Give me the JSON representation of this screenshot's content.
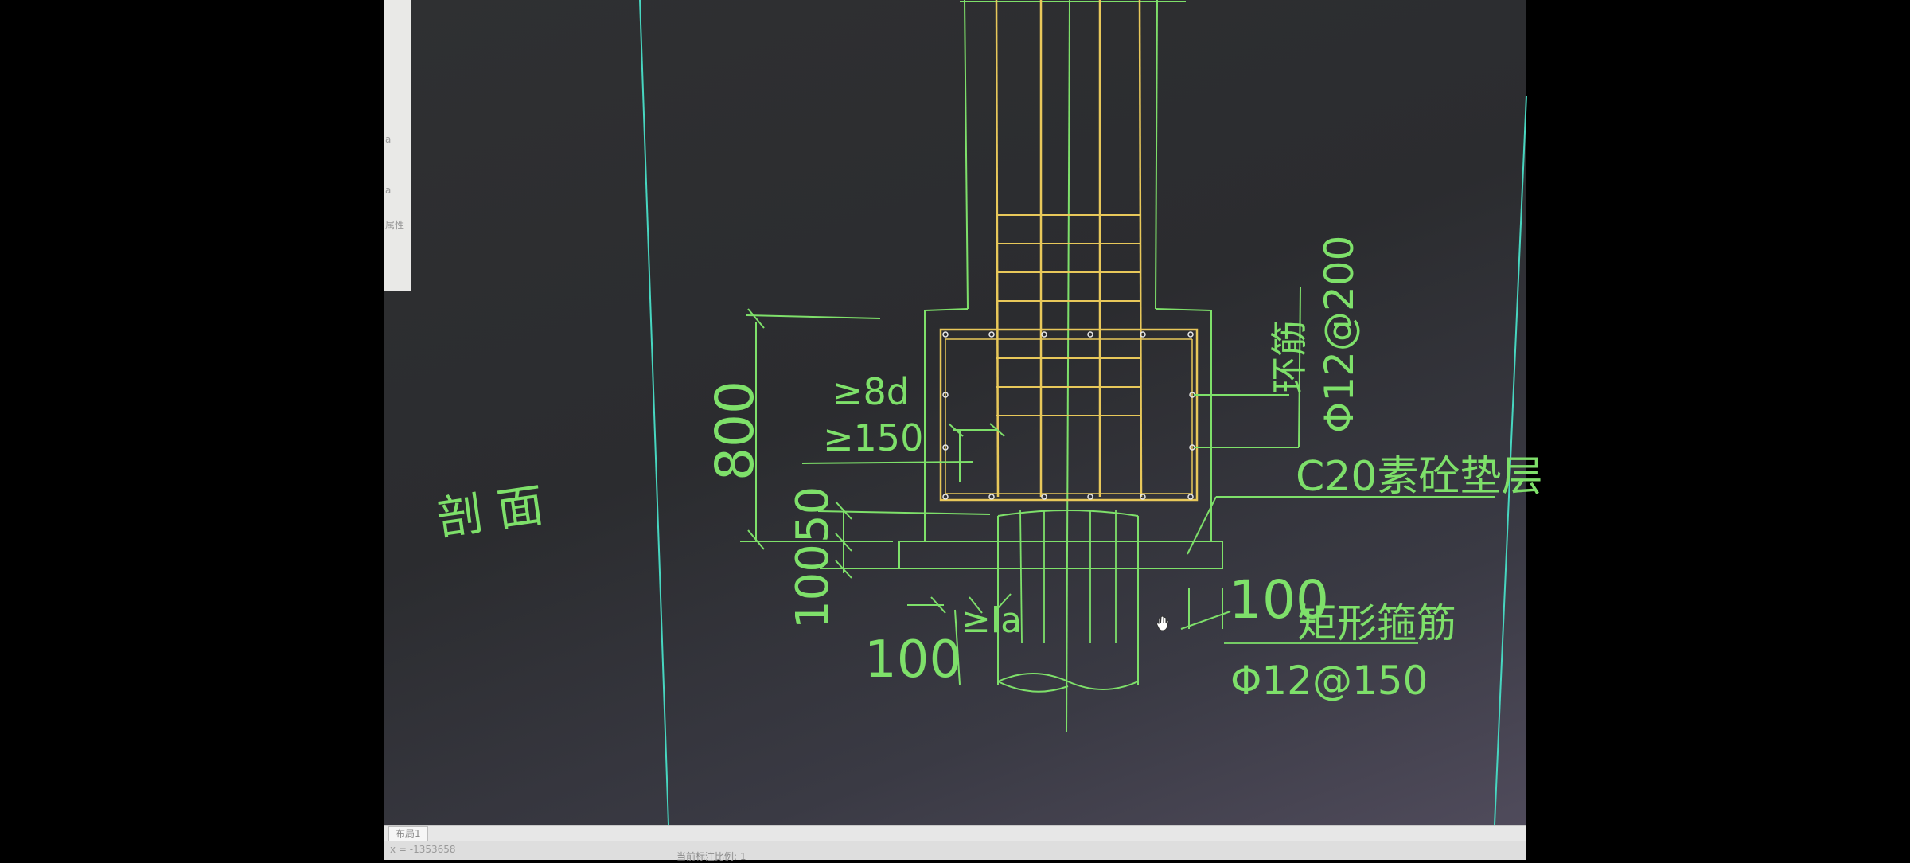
{
  "side_panel": {
    "fragments": [
      "a",
      "a",
      "属性"
    ]
  },
  "drawing": {
    "section_label": "剖 面",
    "dim_800": "800",
    "dim_50": "50",
    "dim_100_left": "100",
    "dim_100_bottom": "100",
    "dim_100_right": "100",
    "anchor_8d": "≥8d",
    "anchor_150": "≥150",
    "anchor_la": "≥la",
    "ring_bar_label": "环筋",
    "ring_bar_spec": "Φ12@200",
    "cushion_label": "C20素砼垫层",
    "stirrup_label": "矩形箍筋",
    "stirrup_spec": "Φ12@150",
    "line_color": "#7ee06a",
    "rebar_color": "#e8c85a",
    "border_color": "#47d6c0"
  },
  "layout_tab": {
    "label": "布局1"
  },
  "status_bar": {
    "coords": "x = -1353658",
    "scale": "当前标注比例: 1"
  }
}
